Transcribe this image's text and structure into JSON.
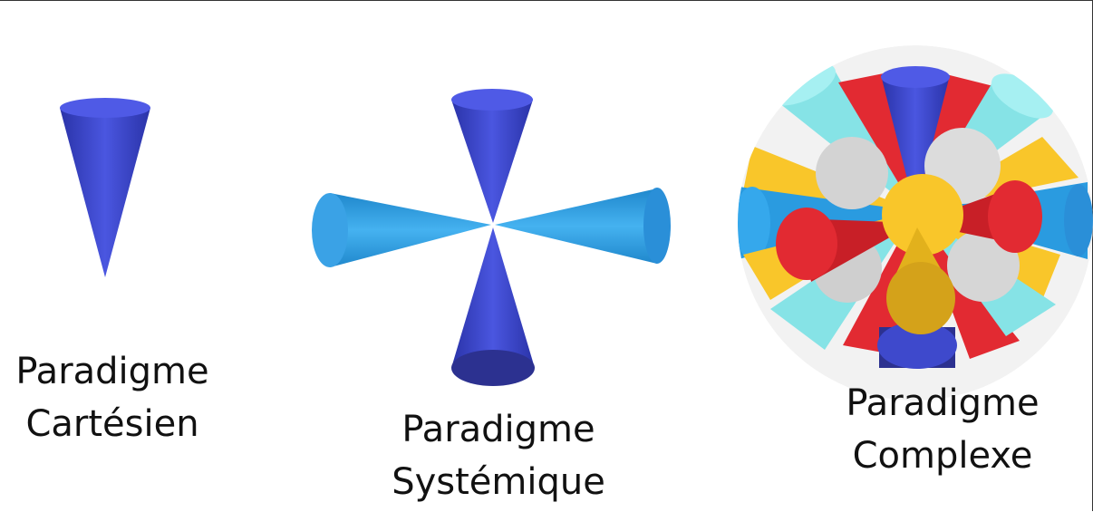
{
  "paradigms": [
    {
      "line1": "Paradigme",
      "line2": "Cartésien"
    },
    {
      "line1": "Paradigme",
      "line2": "Systémique"
    },
    {
      "line1": "Paradigme",
      "line2": "Complexe"
    }
  ],
  "colors": {
    "cone_dark_blue": "#3e49cc",
    "cone_light_blue": "#2a9be0",
    "cone_red": "#e22a32",
    "cone_yellow": "#f9c62a",
    "cone_cyan": "#86e3e6",
    "cone_gray": "#d3d3d3"
  }
}
